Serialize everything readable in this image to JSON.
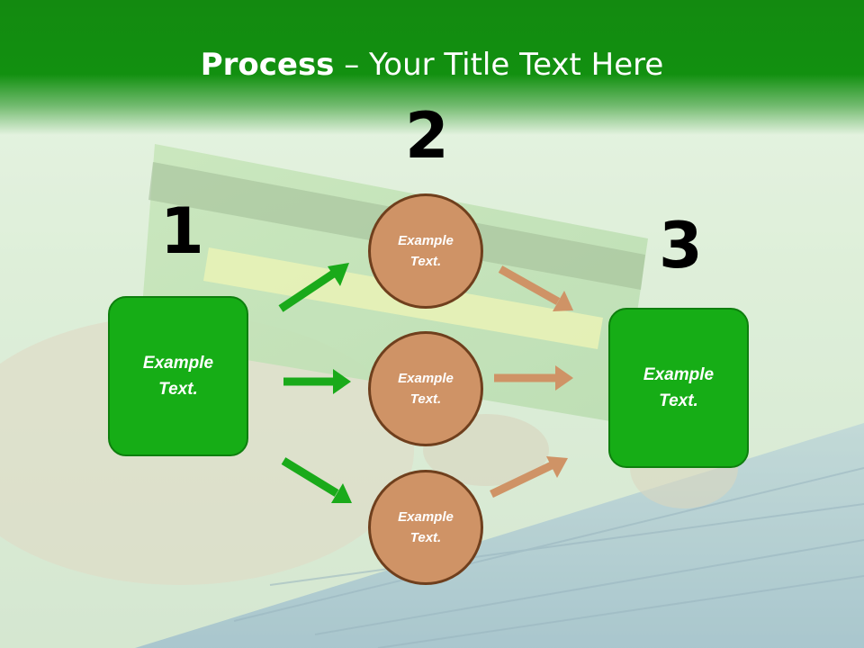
{
  "title": {
    "bold": "Process",
    "rest": " – Your Title Text Here"
  },
  "steps": [
    {
      "number": "1",
      "label": "Example Text."
    },
    {
      "number": "2",
      "labels": [
        "Example Text.",
        "Example Text.",
        "Example Text."
      ]
    },
    {
      "number": "3",
      "label": "Example Text."
    }
  ],
  "colors": {
    "header": "#129010",
    "box": "#16ad16",
    "circle": "#cf9366",
    "circle_border": "#6f3f1d",
    "green_arrow": "#1aaa1a",
    "brown_arrow": "#cf9366"
  }
}
